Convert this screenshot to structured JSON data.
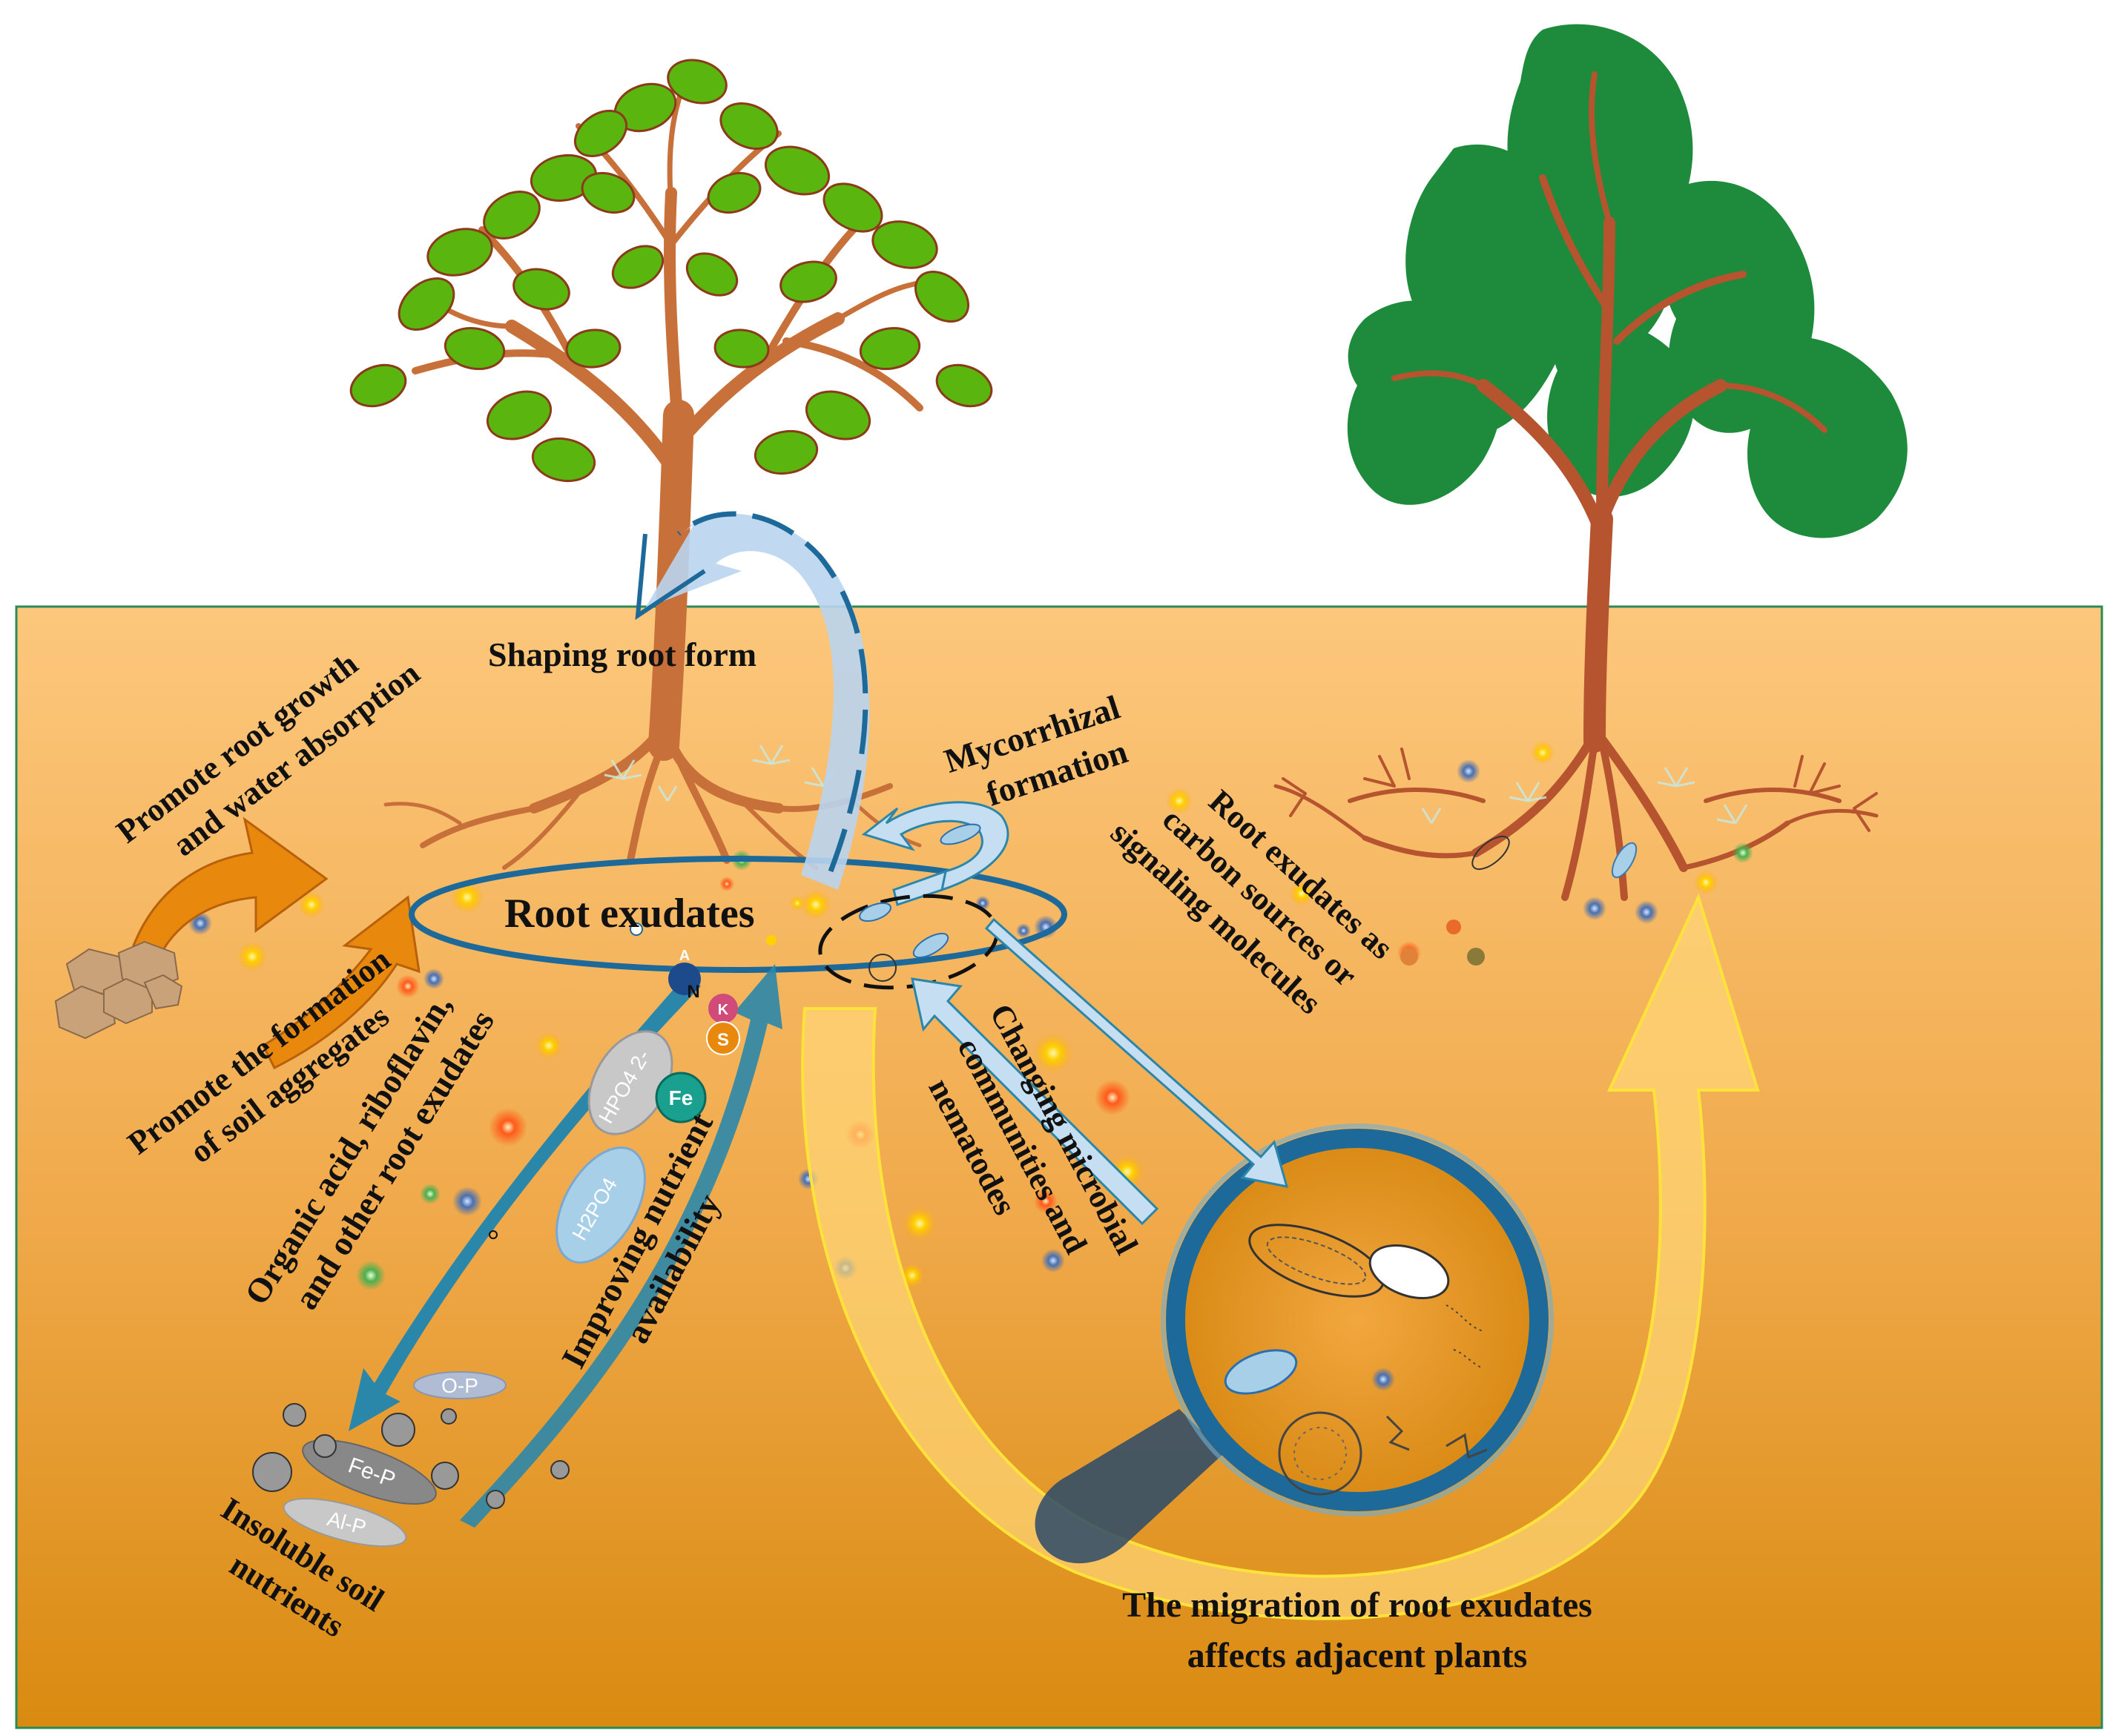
{
  "labels": {
    "shaping_root_form": "Shaping root form",
    "promote_root_growth_1": "Promote root growth",
    "promote_root_growth_2": "and water absorption",
    "promote_aggregates_1": "Promote the formation",
    "promote_aggregates_2": "of soil aggregates",
    "mycorrhizal_1": "Mycorrhizal",
    "mycorrhizal_2": "formation",
    "root_exudates": "Root exudates",
    "carbon_1": "Root exudates as",
    "carbon_2": "carbon sources or",
    "carbon_3": "signaling molecules",
    "organic_1": "Organic acid, riboflavin,",
    "organic_2": "and other root exudates",
    "improving_1": "Improving nutrient",
    "improving_2": "availability",
    "changing_1": "Changing microbial",
    "changing_2": "communities and",
    "changing_3": "nematodes",
    "insoluble_1": "Insoluble soil",
    "insoluble_2": "nutrients",
    "migration_1": "The migration of root exudates",
    "migration_2": "affects adjacent plants"
  },
  "chips": {
    "hpo4": "HPO4 2-",
    "h2po4": "H2PO4",
    "fe": "Fe",
    "op": "O-P",
    "fep": "Fe-P",
    "alp": "Al-P",
    "n": "N",
    "a": "A",
    "k": "K",
    "s": "S"
  },
  "colors": {
    "soil_top": "#fbc47a",
    "soil_bottom": "#d98a10",
    "leaf_light": "#5ab50e",
    "leaf_dark": "#1d8a3c",
    "trunk": "#c8703a",
    "arrow_blue": "#2b87aa",
    "arrow_orange": "#e8890d",
    "arrow_yellow": "#ffd777"
  }
}
